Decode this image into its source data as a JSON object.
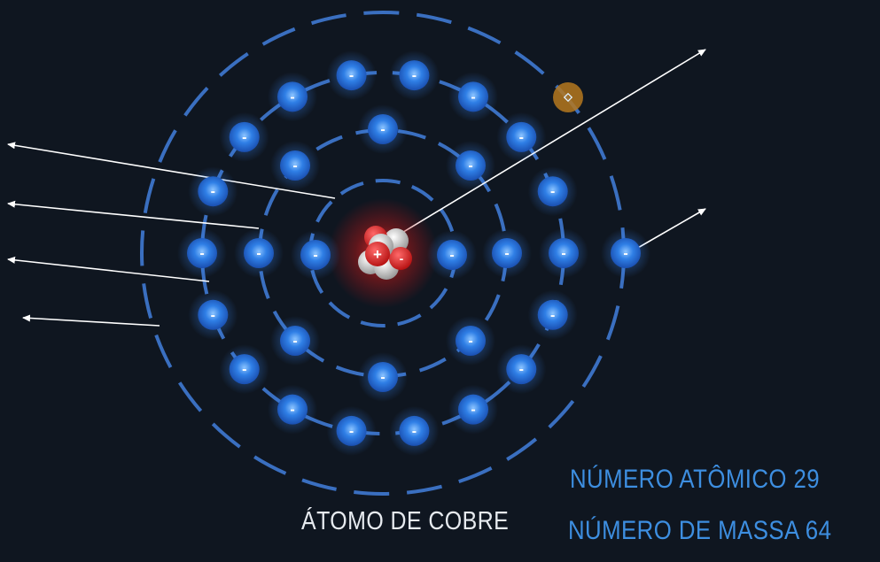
{
  "diagram": {
    "title": "ÁTOMO DE COBRE",
    "info": [
      "NÚMERO ATÔMICO 29",
      "NÚMERO DE MASSA 64"
    ],
    "electron_symbol": "-",
    "proton_symbol": "+",
    "shell_electron_counts": [
      2,
      8,
      18,
      1
    ],
    "colors": {
      "background": "#0f1620",
      "shell": "#3a6fc0",
      "electron": "#2a7de8",
      "proton": "#d42222",
      "neutron": "#cfcfcf",
      "info_text": "#3d8ee0",
      "title_text": "#e6eaef",
      "arrow": "#ffffff",
      "cursor": "#b5781e"
    }
  }
}
